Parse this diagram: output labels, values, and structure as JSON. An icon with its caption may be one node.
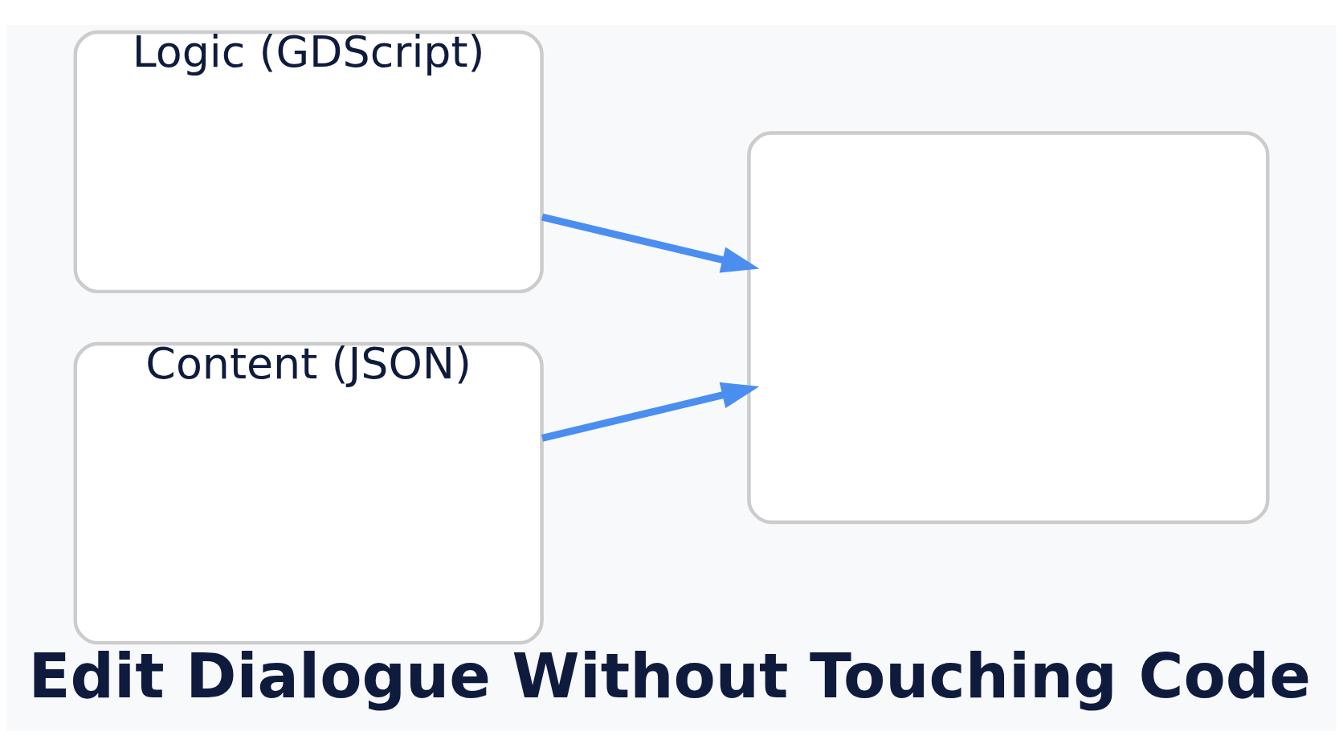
{
  "diagram": {
    "title": "Edit Dialogue Without Touching Code",
    "nodes": [
      {
        "text": [
          "Logic (GDScript)"
        ]
      },
      {
        "text": [
          "Content (JSON)"
        ]
      },
      {
        "text": [],
        "shape": "box"
      }
    ],
    "edges": [
      {
        "from": 0,
        "to": 2,
        "arrow": "to"
      },
      {
        "from": 1,
        "to": 2,
        "arrow": "to"
      }
    ]
  }
}
